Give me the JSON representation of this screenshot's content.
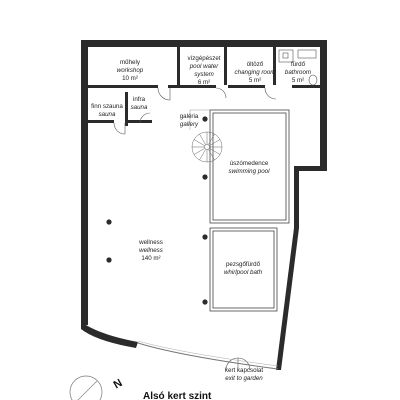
{
  "rooms": {
    "workshop": {
      "name_hu": "műhely",
      "name_en": "workshop",
      "area": "10 m²"
    },
    "pool_water_system": {
      "name_hu": "vízgépészet",
      "name_en_1": "pool water",
      "name_en_2": "system",
      "area": "6 m²"
    },
    "changing_room": {
      "name_hu": "öltöző",
      "name_en": "changing room",
      "area": "5 m²"
    },
    "bathroom": {
      "name_hu": "fürdő",
      "name_en": "bathroom",
      "area": "5 m²"
    },
    "finn_sauna": {
      "name_hu": "finn szauna",
      "name_en": "sauna"
    },
    "infra_sauna": {
      "name_hu": "infra",
      "name_en": "sauna"
    },
    "gallery": {
      "name_hu": "galéria",
      "name_en": "gallery"
    },
    "swimming_pool": {
      "name_hu": "úszómedence",
      "name_en": "swimming pool"
    },
    "wellness": {
      "name_hu": "wellness",
      "name_en": "wellness",
      "area": "140 m²"
    },
    "whirlpool": {
      "name_hu": "pezsgőfürdő",
      "name_en": "whirlpool bath"
    },
    "garden_exit": {
      "name_hu": "kert kapcsolat",
      "name_en": "exit to garden"
    }
  },
  "title": "Alsó kert szint",
  "compass": {
    "north_label": "N"
  },
  "colors": {
    "wall": "#2b2b2b",
    "thin_line": "#555555",
    "background": "#ffffff"
  }
}
